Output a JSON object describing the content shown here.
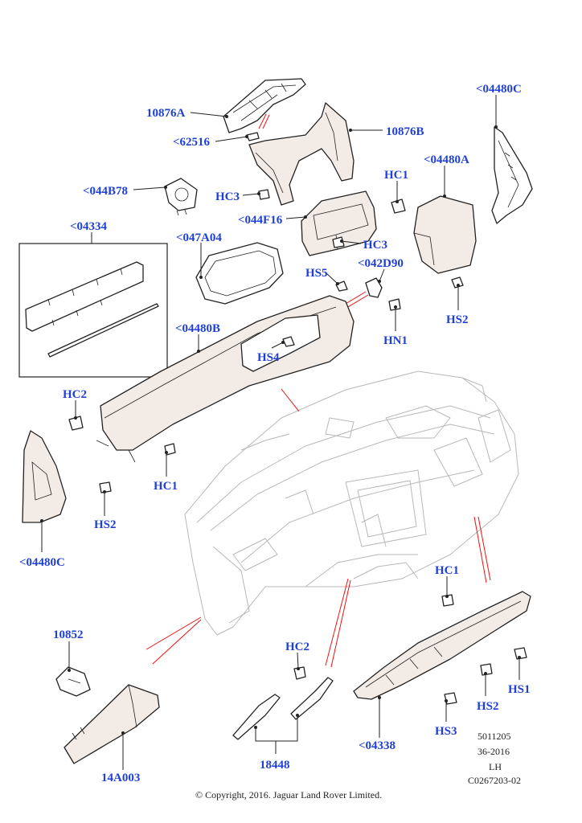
{
  "labels": {
    "l10876A": "10876A",
    "l62516": "<62516",
    "l10876B": "10876B",
    "l04480C_top": "<04480C",
    "l044B78": "<044B78",
    "lHC3_a": "HC3",
    "lHC1_top": "HC1",
    "l04480A": "<04480A",
    "l044F16": "<044F16",
    "l04334": "<04334",
    "l047A04": "<047A04",
    "lHC3_b": "HC3",
    "lHS5": "HS5",
    "l042D90": "<042D90",
    "l04480B": "<04480B",
    "lHS2_right": "HS2",
    "lHS4": "HS4",
    "lHN1": "HN1",
    "lHC2_left": "HC2",
    "lHC1_mid": "HC1",
    "lHS2_left": "HS2",
    "l04480C_left": "<04480C",
    "lHC1_low": "HC1",
    "l10852": "10852",
    "lHC2_low": "HC2",
    "lHS1": "HS1",
    "lHS2_low": "HS2",
    "lHS3": "HS3",
    "l04338": "<04338",
    "l18448": "18448",
    "l14A003": "14A003"
  },
  "reference": {
    "line1": "5011205",
    "line2": "36-2016",
    "line3": "LH",
    "line4": "C0267203-02"
  },
  "copyright": "© Copyright, 2016. Jaguar Land Rover Limited."
}
